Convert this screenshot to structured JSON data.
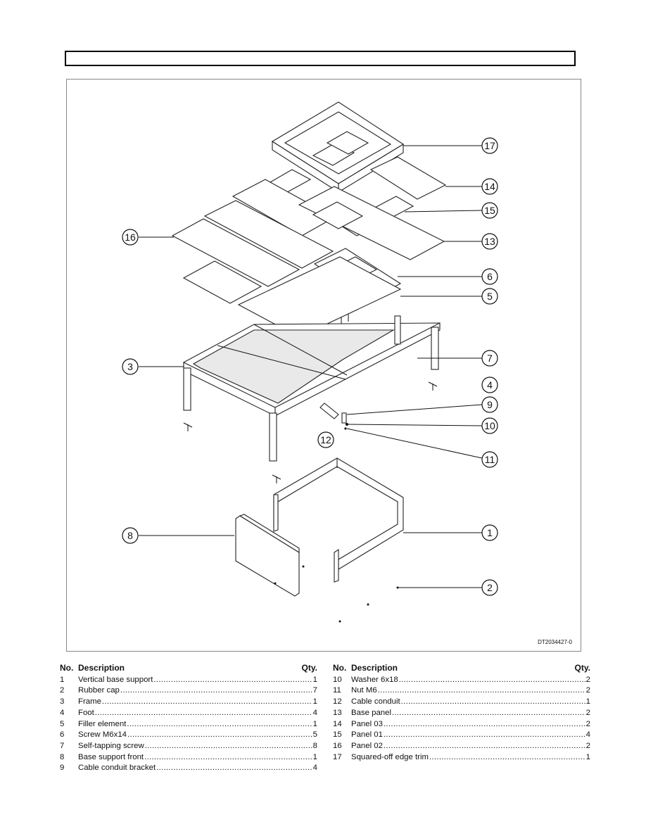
{
  "header": {
    "title": ""
  },
  "diagram": {
    "drawing_id": "DT2034427-0",
    "callouts": [
      "17",
      "14",
      "15",
      "13",
      "16",
      "6",
      "5",
      "3",
      "7",
      "4",
      "9",
      "12",
      "10",
      "11",
      "8",
      "1",
      "2"
    ]
  },
  "parts_table": {
    "headers": {
      "no": "No.",
      "description": "Description",
      "qty": "Qty."
    },
    "left": [
      {
        "no": "1",
        "description": "Vertical base support",
        "qty": "1"
      },
      {
        "no": "2",
        "description": "Rubber cap",
        "qty": "7"
      },
      {
        "no": "3",
        "description": "Frame",
        "qty": "1"
      },
      {
        "no": "4",
        "description": "Foot",
        "qty": "4"
      },
      {
        "no": "5",
        "description": "Filler element",
        "qty": "1"
      },
      {
        "no": "6",
        "description": "Screw M6x14",
        "qty": "5"
      },
      {
        "no": "7",
        "description": "Self-tapping screw",
        "qty": "8"
      },
      {
        "no": "8",
        "description": "Base support front",
        "qty": "1"
      },
      {
        "no": "9",
        "description": "Cable conduit bracket",
        "qty": "4"
      }
    ],
    "right": [
      {
        "no": "10",
        "description": "Washer 6x18",
        "qty": "2"
      },
      {
        "no": "11",
        "description": "Nut M6",
        "qty": "2"
      },
      {
        "no": "12",
        "description": "Cable conduit",
        "qty": "1"
      },
      {
        "no": "13",
        "description": "Base panel",
        "qty": "2"
      },
      {
        "no": "14",
        "description": "Panel 03",
        "qty": "2"
      },
      {
        "no": "15",
        "description": "Panel 01",
        "qty": "4"
      },
      {
        "no": "16",
        "description": "Panel 02",
        "qty": "2"
      },
      {
        "no": "17",
        "description": "Squared-off edge trim",
        "qty": "1"
      }
    ]
  }
}
